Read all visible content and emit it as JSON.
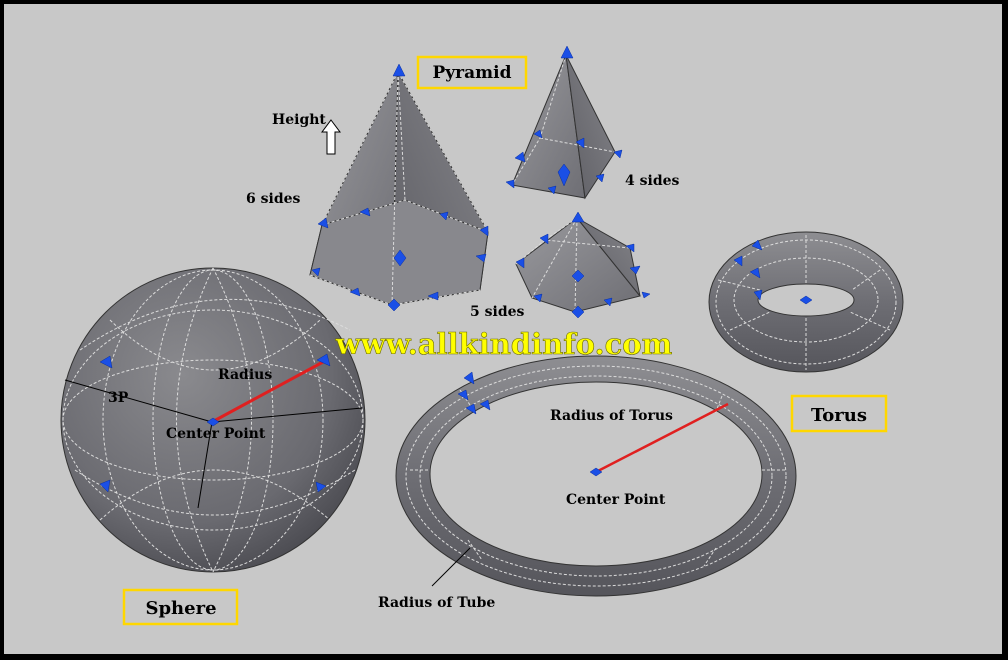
{
  "colors": {
    "background": "#c8c8c8",
    "frame": "#000000",
    "label_box_border": "#ffd700",
    "watermark": "#ffff00",
    "grip": "#1a4fe6",
    "radius_line": "#e02020"
  },
  "watermark": "www.allkindinfo.com",
  "pyramid": {
    "title": "Pyramid",
    "height_label": "Height",
    "six_sides_label": "6 sides",
    "four_sides_label": "4 sides",
    "five_sides_label": "5 sides"
  },
  "sphere": {
    "title": "Sphere",
    "radius_label": "Radius",
    "three_p_label": "3P",
    "center_label": "Center Point"
  },
  "torus": {
    "title": "Torus",
    "radius_of_torus_label": "Radius of Torus",
    "center_label": "Center Point",
    "radius_of_tube_label": "Radius of Tube"
  }
}
